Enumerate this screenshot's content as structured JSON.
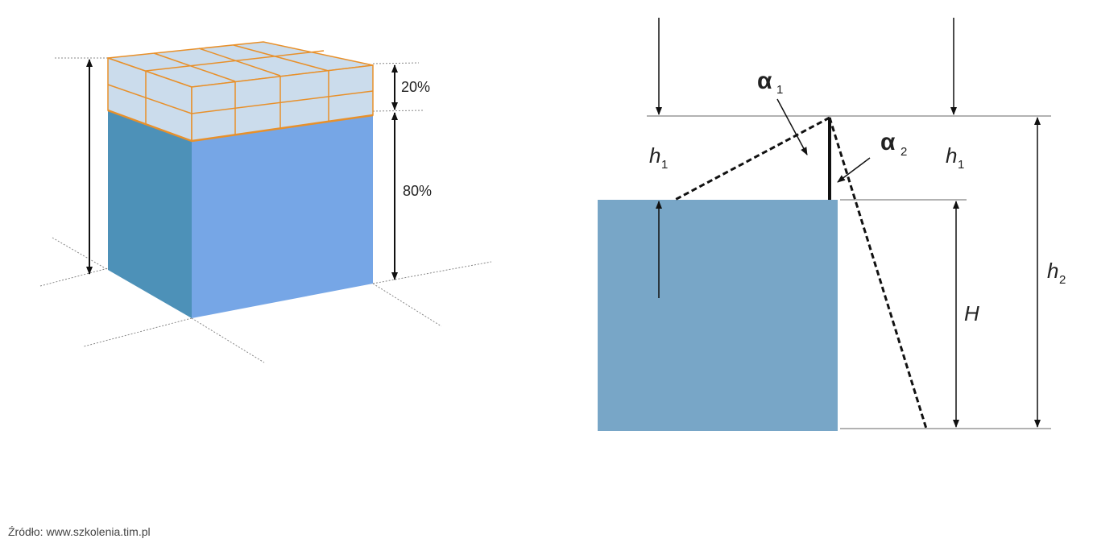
{
  "left_figure": {
    "label_top": "20%",
    "label_bottom": "80%"
  },
  "right_figure": {
    "alpha1": "α",
    "alpha1_sub": "1",
    "alpha2": "α",
    "alpha2_sub": "2",
    "h1_left": "h",
    "h1_left_sub": "1",
    "h1_right": "h",
    "h1_right_sub": "1",
    "H": "H",
    "h2": "h",
    "h2_sub": "2"
  },
  "caption": "Źródło: www.szkolenia.tim.pl",
  "colors": {
    "block_left": "#4d91b8",
    "block_front": "#76a6e6",
    "top_layer": "#cbdcec",
    "grid": "#e8902a",
    "wall": "#78a6c7"
  }
}
